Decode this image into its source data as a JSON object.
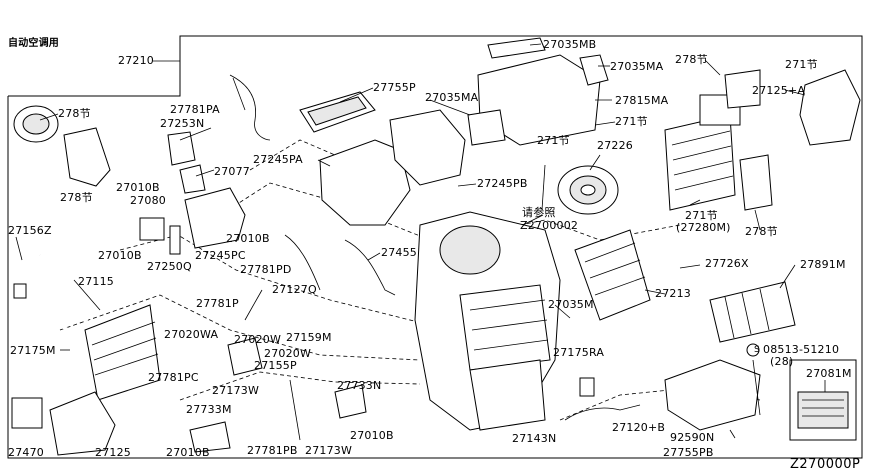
{
  "title": "自动空调用",
  "diagram_code": "Z270000P",
  "labels": {
    "l27210": "27210",
    "l278a": "278节",
    "l278b": "278节",
    "l27781pa": "27781PA",
    "l27253n": "27253N",
    "l27755p": "27755P",
    "l27035ma_a": "27035MA",
    "l27035mb": "27035MB",
    "l27035ma_b": "27035MA",
    "l278c": "278节",
    "l271a": "271节",
    "l27125a": "27125+A",
    "l27815ma": "27815MA",
    "l271b": "271节",
    "l271c": "271节",
    "l27226": "27226",
    "l27245pa": "27245PA",
    "l27077": "27077",
    "l27010b_a": "27010B",
    "l27080": "27080",
    "l27245pb": "27245PB",
    "l271d": "271节",
    "l27280m": "(27280M)",
    "l278d": "278节",
    "l27156z": "27156Z",
    "l27010b_b": "27010B",
    "l27245pc": "27245PC",
    "l27010b_c": "27010B",
    "l27250q": "27250Q",
    "lref": "请参照",
    "lrefcode": "Z2700002",
    "l27455": "27455",
    "l27781pd": "27781PD",
    "l27726x": "27726X",
    "l27891m": "27891M",
    "l27115": "27115",
    "l27213": "27213",
    "l27781p": "27781P",
    "l27127q": "27127Q",
    "l27035m": "27035M",
    "l27020wa": "27020WA",
    "l27020w_a": "27020W",
    "l27159m": "27159M",
    "l27175m": "27175M",
    "l27020w_b": "27020W",
    "l27155p": "27155P",
    "l27175ra": "27175RA",
    "l08513": "08513-51210",
    "l08513qty": "(28)",
    "l27081m": "27081M",
    "l27781pc": "27781PC",
    "l27173w_a": "27173W",
    "l27733n": "27733N",
    "l27733m": "27733M",
    "l27010b_d": "27010B",
    "l27120b": "27120+B",
    "l27143n": "27143N",
    "l92590n": "92590N",
    "l27470": "27470",
    "l27125": "27125",
    "l27010b_e": "27010B",
    "l27781pb": "27781PB",
    "l27173w_b": "27173W",
    "l27755pb": "27755PB",
    "screw_symbol": "S"
  }
}
